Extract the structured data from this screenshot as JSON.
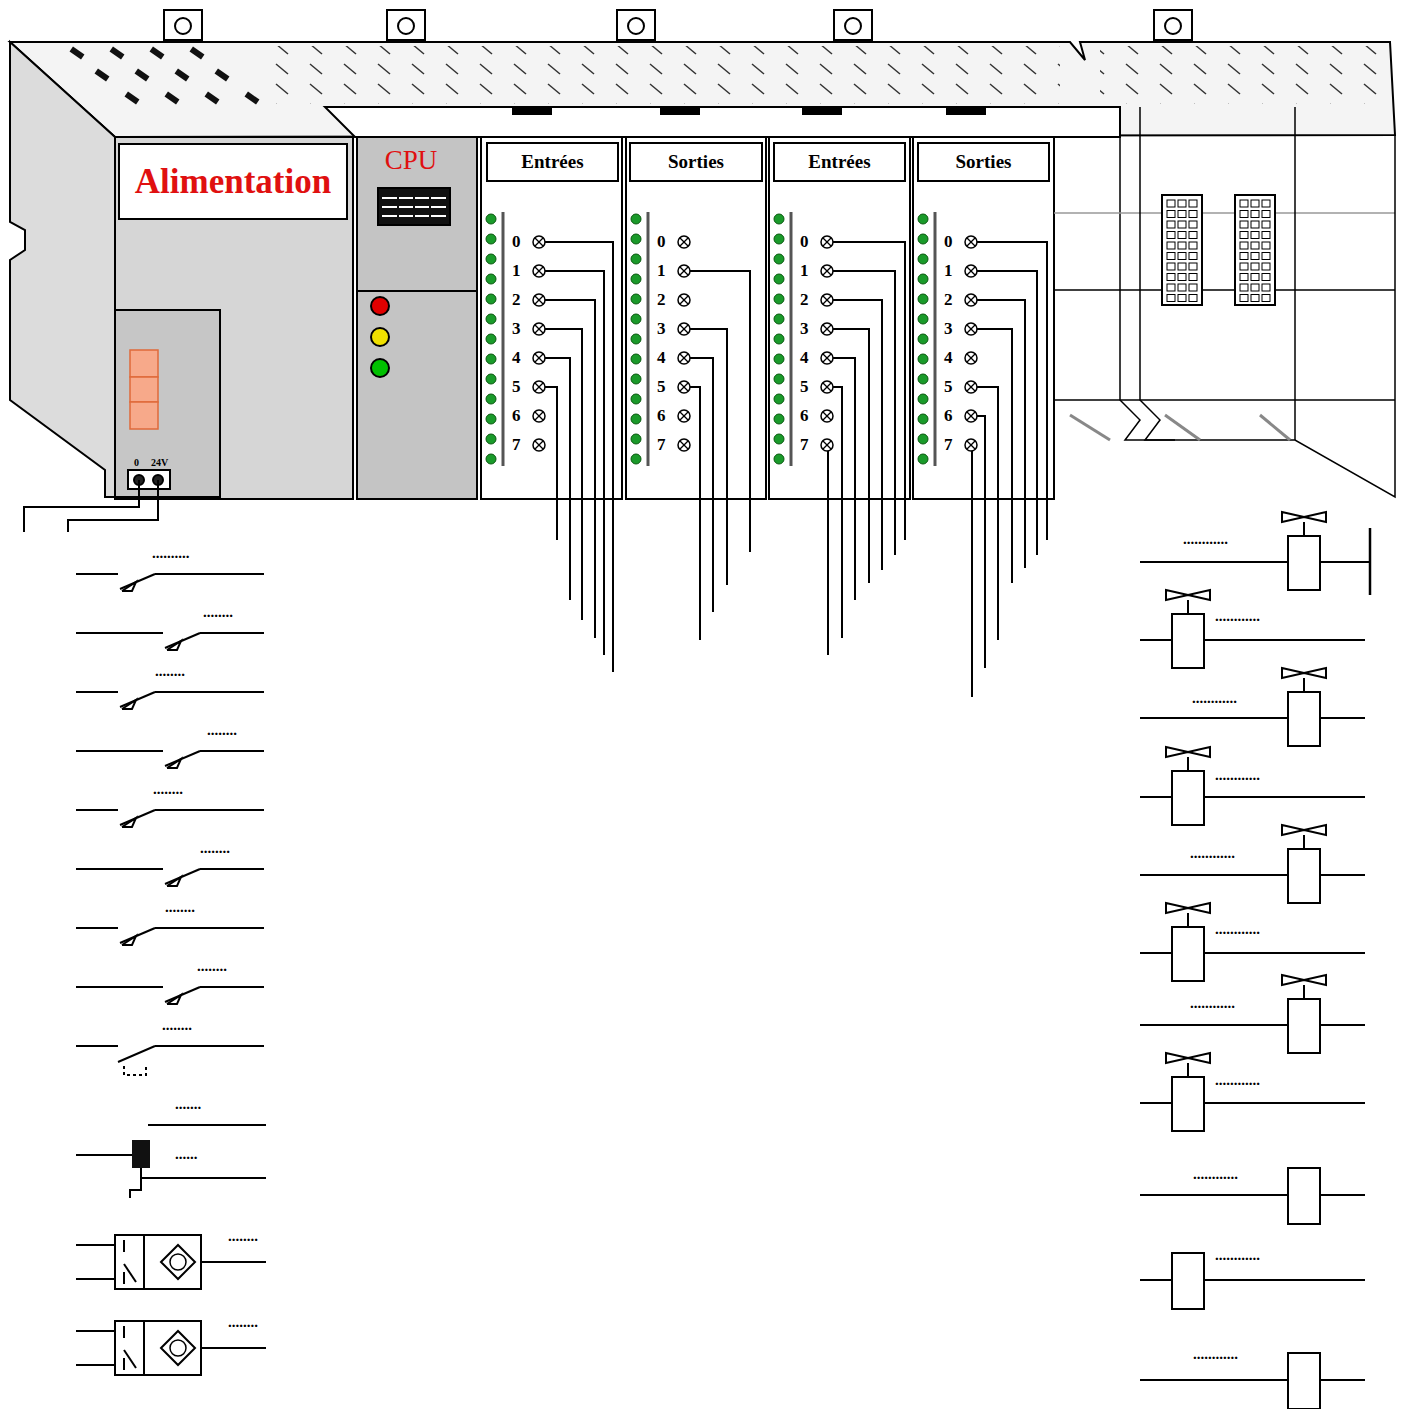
{
  "diagram": {
    "nodes": [
      {
        "text": [
          "Alimentation"
        ]
      },
      {
        "text": [
          "CPU"
        ]
      },
      {
        "text": [
          "Entrées"
        ]
      },
      {
        "text": [
          "Sorties"
        ]
      },
      {
        "text": [
          "Entrées"
        ]
      },
      {
        "text": [
          "Sorties"
        ]
      }
    ],
    "labels": [
      "0",
      "1",
      "2",
      "3",
      "4",
      "5",
      "6",
      "7",
      "0",
      "1",
      "2",
      "3",
      "4",
      "5",
      "6",
      "7",
      "0",
      "1",
      "2",
      "3",
      "4",
      "5",
      "6",
      "7",
      "0",
      "1",
      "2",
      "3",
      "4",
      "5",
      "6",
      "7",
      "0",
      "24V",
      "..........",
      "........",
      "........",
      "........",
      "........",
      "........",
      "........",
      "........",
      "........",
      ".......",
      "......",
      "........",
      "........",
      "............",
      "............",
      "............",
      "............",
      "............",
      "............",
      "............",
      "............",
      "............",
      "............",
      "............"
    ]
  }
}
